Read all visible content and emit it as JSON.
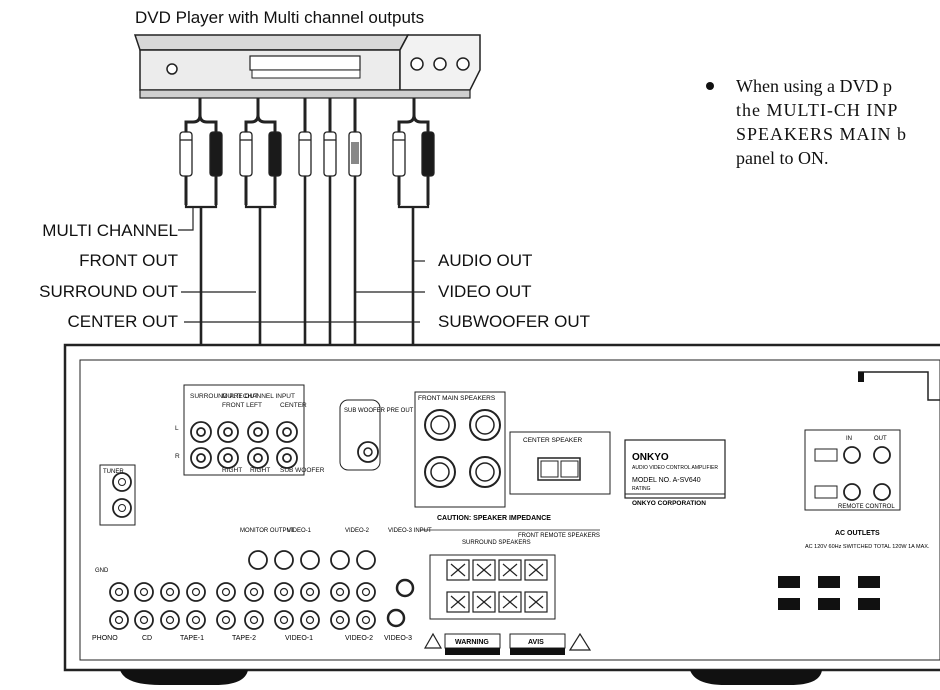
{
  "dvd_title": "DVD Player with Multi channel outputs",
  "labels_left": {
    "multi_channel": "MULTI CHANNEL",
    "front_out": "FRONT OUT",
    "surround_out": "SURROUND OUT",
    "center_out": "CENTER OUT"
  },
  "labels_right": {
    "audio_out": "AUDIO OUT",
    "video_out": "VIDEO OUT",
    "subwoofer_out": "SUBWOOFER OUT"
  },
  "note_lines": [
    "When using a DVD p",
    "the  MULTI-CH  INP",
    "SPEAKERS  MAIN  b",
    "panel to ON."
  ],
  "panel": {
    "multi_ch_input": "MULTI CHANNEL INPUT",
    "surround_pre_out": "SURROUND PRE OUT",
    "front_left": "FRONT LEFT",
    "surround": "SURROUND",
    "center": "CENTER",
    "right_a": "RIGHT",
    "right_b": "RIGHT",
    "sub_woofer": "SUB WOOFER",
    "sub_woofer_pre_out": "SUB WOOFER PRE OUT",
    "front_main_speakers": "FRONT MAIN SPEAKERS",
    "center_speaker": "CENTER SPEAKER",
    "caution_impedance": "CAUTION: SPEAKER IMPEDANCE",
    "surround_speakers": "SURROUND SPEAKERS",
    "front_remote_speakers": "FRONT REMOTE SPEAKERS",
    "brand": "ONKYO",
    "product_type": "AUDIO VIDEO CONTROL AMPLIFIER",
    "model_no": "MODEL NO. A-SV640",
    "rating": "RATING",
    "corporation": "ONKYO CORPORATION",
    "remote_control": "REMOTE CONTROL",
    "in": "IN",
    "out": "OUT",
    "ac_outlets": "AC OUTLETS",
    "ac_specs": "AC 120V 60Hz SWITCHED TOTAL 120W 1A MAX.",
    "tuner": "TUNER",
    "gnd": "GND",
    "phono": "PHONO",
    "cd": "CD",
    "tape1": "TAPE-1",
    "tape2": "TAPE-2",
    "video1": "VIDEO-1",
    "video2": "VIDEO-2",
    "video3": "VIDEO-3",
    "video3_input": "VIDEO-3 INPUT",
    "monitor_output": "MONITOR OUTPUT",
    "video1_hdr": "VIDEO-1",
    "video2_hdr": "VIDEO-2",
    "output": "OUTPUT",
    "input": "INPUT",
    "warning": "WARNING",
    "avis": "AVIS",
    "ch_l": "L",
    "ch_r": "R"
  }
}
